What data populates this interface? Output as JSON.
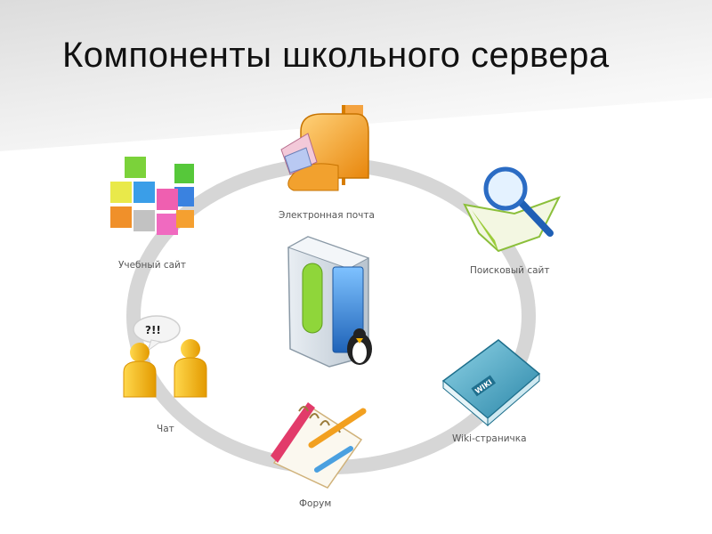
{
  "title": "Компоненты школьного сервера",
  "nodes": {
    "mail": "Электронная почта",
    "search": "Поисковый сайт",
    "wiki": "Wiki-страничка",
    "forum": "Форум",
    "chat": "Чат",
    "study": "Учебный сайт"
  },
  "chat_bubble": "?!!",
  "book_badge": "WIKI",
  "colors": {
    "ring": "#d9d9d9",
    "mailbox": "#f5a623",
    "server_blue": "#2f7fd6",
    "person": "#f5b400",
    "book": "#3aa6c9"
  }
}
